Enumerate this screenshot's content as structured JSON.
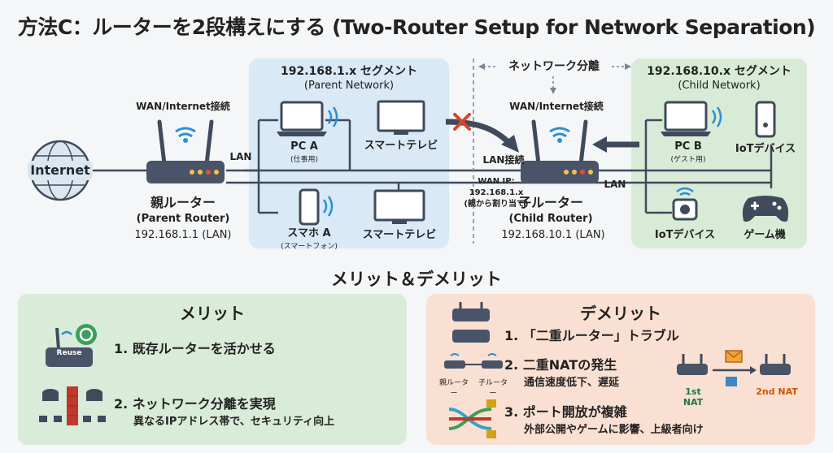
{
  "title": "方法C：ルーターを2段構えにする (Two-Router Setup for Network Separation)",
  "internet": "Internet",
  "wan_parent": "WAN/Internet接続",
  "wan_child": "WAN/Internet接続",
  "lan_label_parent": "LAN",
  "lan_label_child_in": "LAN接続",
  "lan_label_child_out": "LAN",
  "separation": "ネットワーク分離",
  "parent_router": {
    "name": "親ルーター",
    "en": "(Parent Router)",
    "ip": "192.168.1.1 (LAN)"
  },
  "child_router": {
    "name": "子ルーター",
    "en": "(Child Router)",
    "ip": "192.168.10.1 (LAN)"
  },
  "wan_ip": {
    "line1": "WAN IP:",
    "line2": "192.168.1.x",
    "line3": "(親から割り当て)"
  },
  "parent_segment": {
    "title": "192.168.1.x セグメント",
    "subtitle": "(Parent Network)",
    "devices": {
      "pc_a": "PC A",
      "pc_a_sub": "(仕事用)",
      "tv1": "スマートテレビ",
      "phone": "スマホ A",
      "phone_sub": "(スマートフォン)",
      "tv2": "スマートテレビ"
    }
  },
  "child_segment": {
    "title": "192.168.10.x セグメント",
    "subtitle": "(Child Network)",
    "devices": {
      "pc_b": "PC B",
      "pc_b_sub": "(ゲスト用)",
      "iot1": "IoTデバイス",
      "iot2": "IoTデバイス",
      "game": "ゲーム機"
    }
  },
  "section_title": "メリット＆デメリット",
  "merits": {
    "heading": "メリット",
    "reuse_tag": "Reuse",
    "item1": "1. 既存ルーターを活かせる",
    "item2": "2. ネットワーク分離を実現",
    "item2_sub": "異なるIPアドレス帯で、セキュリティ向上"
  },
  "demerits": {
    "heading": "デメリット",
    "item1": "1. 「二重ルーター」トラブル",
    "item2": "2. 二重NATの発生",
    "item2_sub": "通信速度低下、遅延",
    "parent_small": "親ルーター",
    "child_small": "子ルーター",
    "nat1": "1st NAT",
    "nat2": "2nd NAT",
    "item3": "3. ポート開放が複雑",
    "item3_sub": "外部公開やゲームに影響、上級者向け"
  },
  "colors": {
    "parent_bg": "#d9e9f5",
    "child_bg": "#d8ebd6",
    "merit_bg": "#d9ebd9",
    "demerit_bg": "#fae0d2",
    "wifi": "#2b8fd6",
    "cross": "#d9432a",
    "nat": "#d35400",
    "nat1": "#1a7a3c"
  }
}
